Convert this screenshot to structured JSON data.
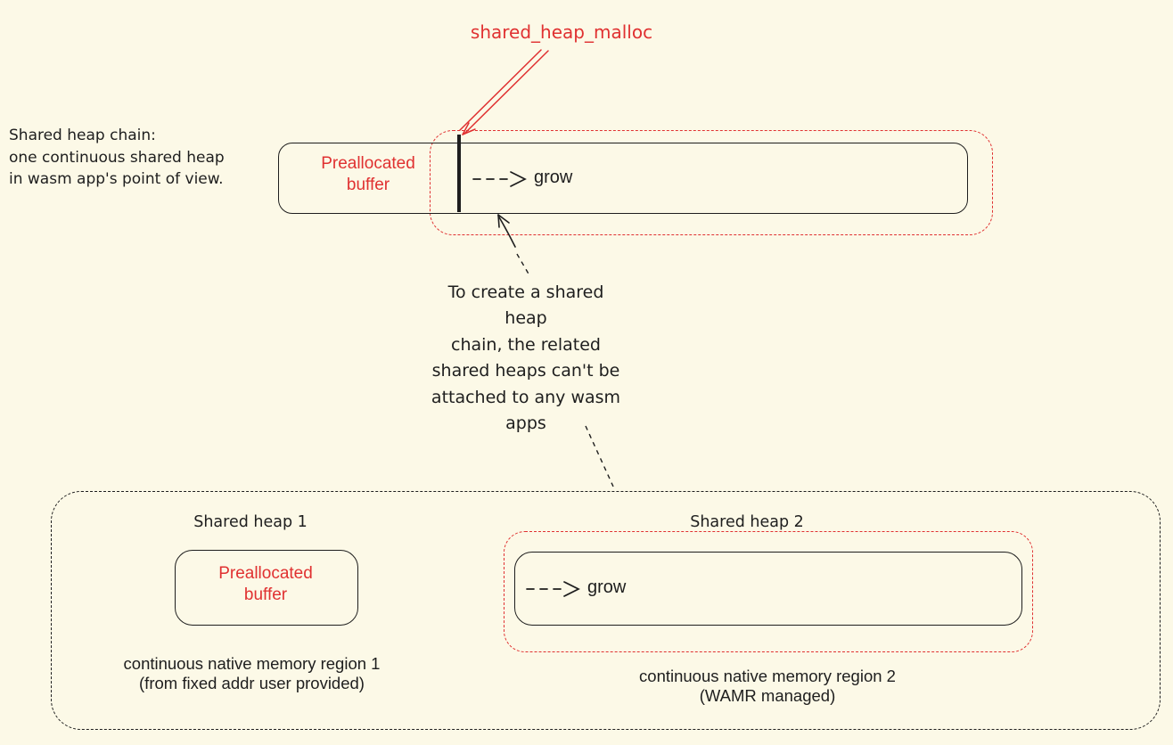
{
  "colors": {
    "background": "#fcf9e7",
    "ink": "#1e1e1e",
    "accent_red": "#e03131"
  },
  "top": {
    "malloc_label": "shared_heap_malloc",
    "chain_caption": "Shared heap chain:\none continuous shared heap\nin wasm app's point of view.",
    "prealloc_label": "Preallocated\nbuffer",
    "grow_label": "grow"
  },
  "note": "To create a shared heap\nchain, the related\nshared heaps can't be\nattached to any wasm\napps",
  "heap1": {
    "title": "Shared heap 1",
    "box_label": "Preallocated\nbuffer",
    "caption": "continuous native memory region 1\n(from fixed addr user provided)"
  },
  "heap2": {
    "title": "Shared heap 2",
    "grow_label": "grow",
    "caption": "continuous native memory region 2\n(WAMR managed)"
  }
}
